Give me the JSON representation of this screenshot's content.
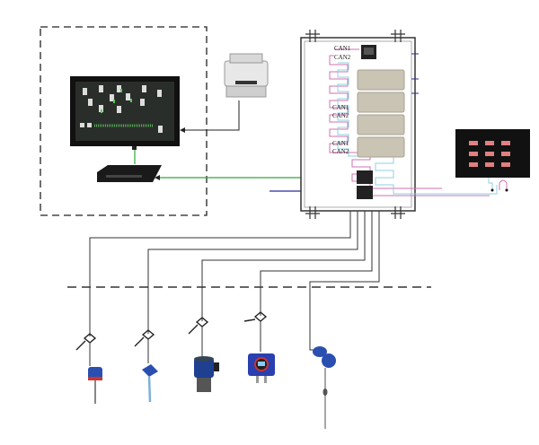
{
  "control_box": {
    "labels": [
      {
        "can1": "CAN1",
        "can2": "CAN2"
      },
      {
        "can1": "CAN1",
        "can2": "CAN2"
      },
      {
        "can1": "CAN1",
        "can2": "CAN2"
      }
    ],
    "module_count": 4
  },
  "colors": {
    "ethernet": "#2fa83a",
    "bus_blue": "#2a2a9a",
    "can1": "#d070b0",
    "can2": "#8fd0e0",
    "field_cable": "#333333",
    "sensor_body": "#2a4fb0"
  },
  "sensors": [
    {
      "type": "temperature-transmitter-red-ring"
    },
    {
      "type": "temperature-transmitter-angled-head"
    },
    {
      "type": "ultrasonic-level-transmitter"
    },
    {
      "type": "gas-detector"
    },
    {
      "type": "radar-level-rod"
    }
  ]
}
